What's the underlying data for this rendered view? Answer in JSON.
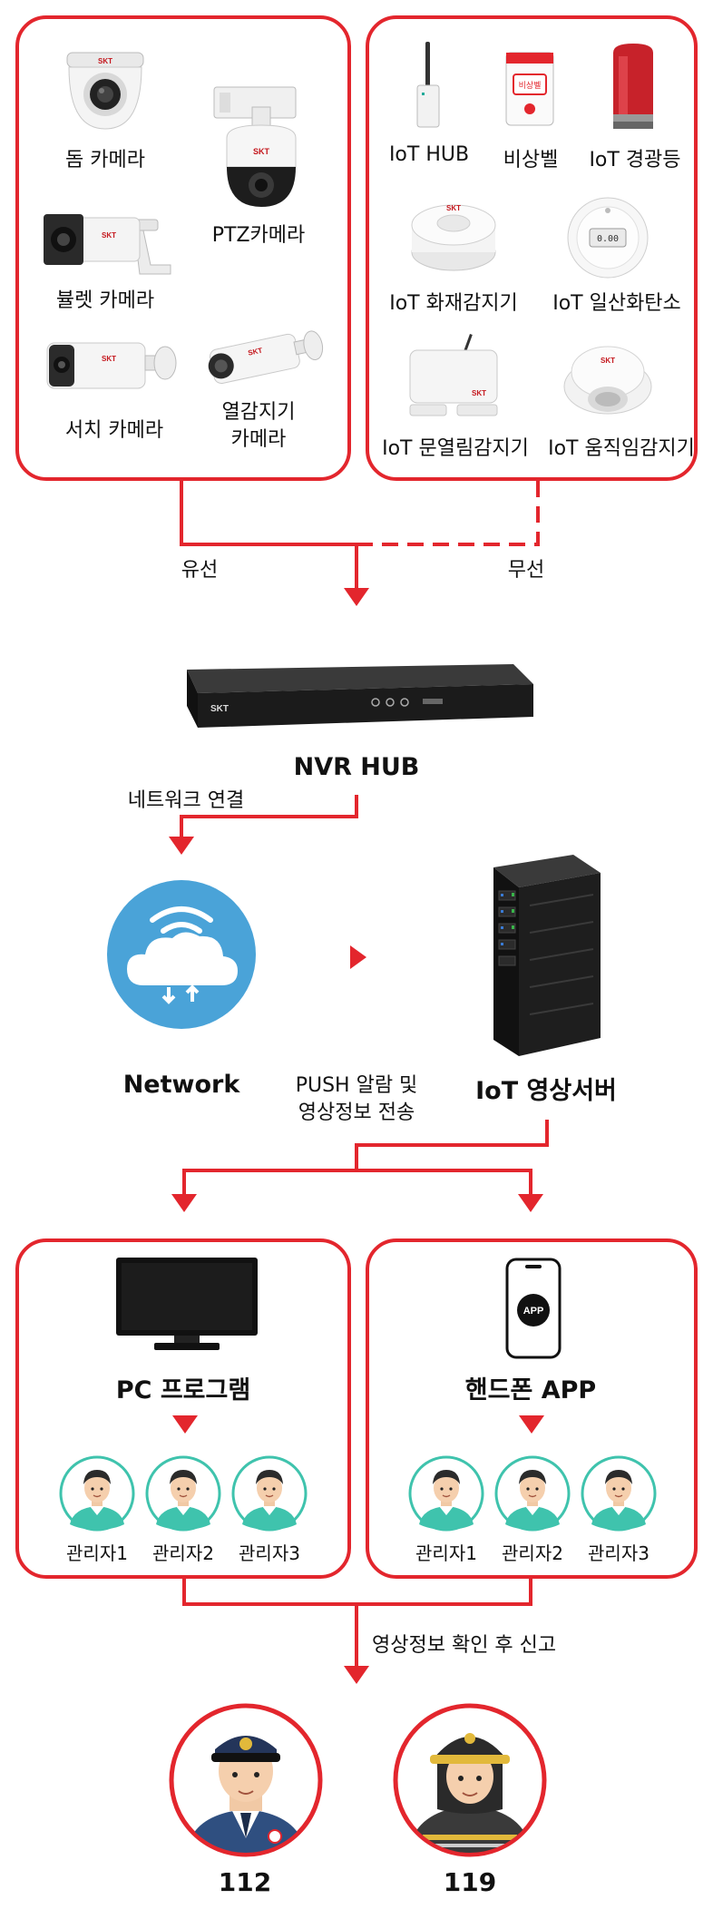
{
  "colors": {
    "accent": "#e3262d",
    "brand_badge": "#c4161c",
    "network_blue": "#4aa3d8",
    "person_teal": "#3fc3ad"
  },
  "cameras": {
    "dome": "돔 카메라",
    "ptz": "PTZ카메라",
    "bullet": "뷸렛 카메라",
    "search": "서치 카메라",
    "thermal_line1": "열감지기",
    "thermal_line2": "카메라"
  },
  "iot": {
    "hub": "IoT HUB",
    "bell": "비상벨",
    "light": "IoT 경광등",
    "fire": "IoT 화재감지기",
    "co": "IoT 일산화탄소",
    "door": "IoT 문열림감지기",
    "motion": "IoT 움직임감지기",
    "bell_badge": "비상벨",
    "co_display": "0.00"
  },
  "connections": {
    "wired": "유선",
    "wireless": "무선"
  },
  "nvr": {
    "title": "NVR HUB",
    "brand": "SKT"
  },
  "network": {
    "connect_label": "네트워크 연결",
    "name": "Network"
  },
  "push": {
    "line1": "PUSH 알람 및",
    "line2": "영상정보 전송"
  },
  "server": {
    "name": "IoT 영상서버"
  },
  "pc": {
    "title": "PC 프로그램"
  },
  "app": {
    "title": "핸드폰 APP",
    "badge": "APP"
  },
  "managers": [
    "관리자1",
    "관리자2",
    "관리자3"
  ],
  "report": {
    "label": "영상정보 확인 후 신고"
  },
  "emergency": {
    "police": "112",
    "fire": "119"
  }
}
